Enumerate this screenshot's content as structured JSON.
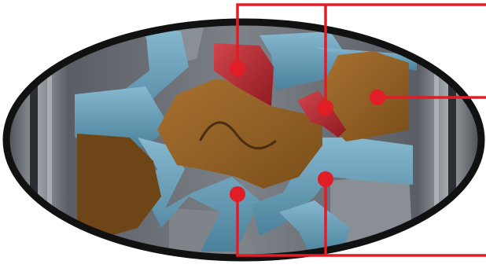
{
  "figure": {
    "colors": {
      "background": "#ffffff",
      "lens_border": "#111111",
      "rubber_dark": "#2f3237",
      "rubber_mid": "#6b7077",
      "rubber_light": "#aeb3b8",
      "groove_blue": "#5b93ad",
      "groove_blue_light": "#86b8cf",
      "tread_block_brown": "#8a5a1f",
      "tread_block_brown_light": "#a06c2a",
      "tread_block_dark": "#6a4416",
      "highlight_red": "#b8242c",
      "callout_red": "#e11d25"
    },
    "regions": [
      {
        "name": "groove-channel",
        "kind": "tread groove",
        "color": "groove_blue"
      },
      {
        "name": "tread-block",
        "kind": "tread block",
        "color": "tread_block_brown"
      },
      {
        "name": "tie-bar",
        "kind": "raised groove segment",
        "color": "highlight_red"
      },
      {
        "name": "sipe",
        "kind": "sipe line",
        "color": "tread_block_dark"
      }
    ],
    "callouts": [
      {
        "id": "callout-top-left",
        "target": "tie-bar-upper"
      },
      {
        "id": "callout-top-right",
        "target": "tie-bar-right"
      },
      {
        "id": "callout-right",
        "target": "tread-block-right"
      },
      {
        "id": "callout-bottom-left",
        "target": "groove-lower-left"
      },
      {
        "id": "callout-bottom-right",
        "target": "groove-lower-right"
      }
    ]
  }
}
